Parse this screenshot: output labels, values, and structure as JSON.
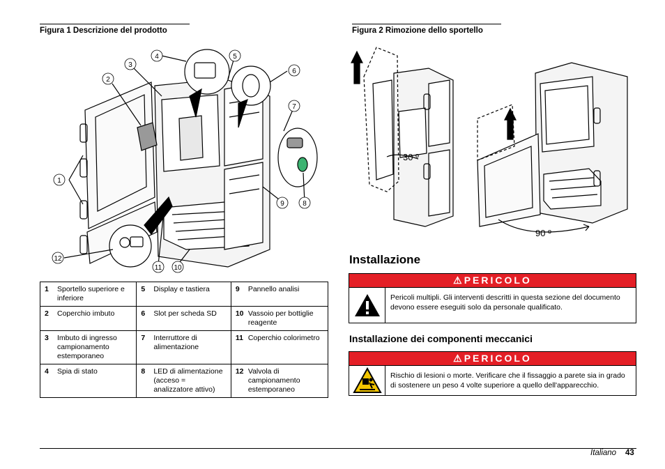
{
  "figure1": {
    "caption": "Figura 1  Descrizione del prodotto",
    "callouts": [
      "1",
      "2",
      "3",
      "4",
      "5",
      "6",
      "7",
      "8",
      "9",
      "10",
      "11",
      "12"
    ]
  },
  "figure2": {
    "caption": "Figura 2  Rimozione dello sportello",
    "angle_top": "30 º",
    "angle_bottom": "90 º"
  },
  "legend": [
    [
      {
        "n": "1",
        "t": "Sportello superiore e inferiore"
      },
      {
        "n": "5",
        "t": "Display e tastiera"
      },
      {
        "n": "9",
        "t": "Pannello analisi"
      }
    ],
    [
      {
        "n": "2",
        "t": "Coperchio imbuto"
      },
      {
        "n": "6",
        "t": "Slot per scheda SD"
      },
      {
        "n": "10",
        "t": "Vassoio per bottiglie reagente"
      }
    ],
    [
      {
        "n": "3",
        "t": "Imbuto di ingresso campionamento estemporaneo"
      },
      {
        "n": "7",
        "t": "Interruttore di alimentazione"
      },
      {
        "n": "11",
        "t": "Coperchio colorimetro"
      }
    ],
    [
      {
        "n": "4",
        "t": "Spia di stato"
      },
      {
        "n": "8",
        "t": "LED di alimentazione (acceso = analizzatore attivo)"
      },
      {
        "n": "12",
        "t": "Valvola di campionamento estemporaneo"
      }
    ]
  ],
  "section_title": "Installazione",
  "warning1": {
    "header": "⚠PERICOLO",
    "text": "Pericoli multipli. Gli interventi descritti in questa sezione del documento devono essere eseguiti solo da personale qualificato."
  },
  "subsection_title": "Installazione dei componenti meccanici",
  "warning2": {
    "header": "⚠PERICOLO",
    "text": "Rischio di lesioni o morte. Verificare che il fissaggio a parete sia in grado di sostenere un peso 4 volte superiore a quello dell'apparecchio."
  },
  "footer": {
    "language": "Italiano",
    "page": "43"
  },
  "colors": {
    "danger_red": "#e41f26",
    "led_green": "#3cb371"
  }
}
